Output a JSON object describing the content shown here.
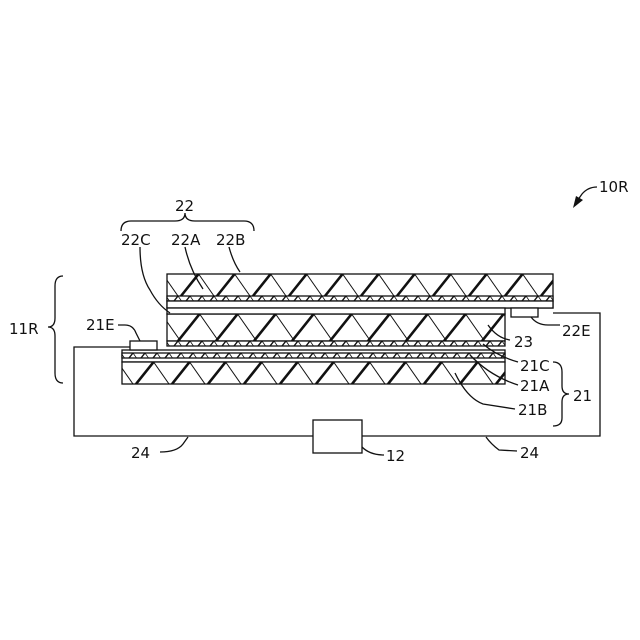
{
  "labels": {
    "device": "10R",
    "unit": "11R",
    "group_22": "22",
    "l22c": "22C",
    "l22a": "22A",
    "l22b": "22B",
    "l21e": "21E",
    "l22e": "22E",
    "l23": "23",
    "l21c": "21C",
    "l21a": "21A",
    "l21b": "21B",
    "group_21": "21",
    "wire_left": "24",
    "wire_right": "24",
    "source": "12"
  },
  "colors": {
    "line": "#111111",
    "background": "#ffffff"
  }
}
